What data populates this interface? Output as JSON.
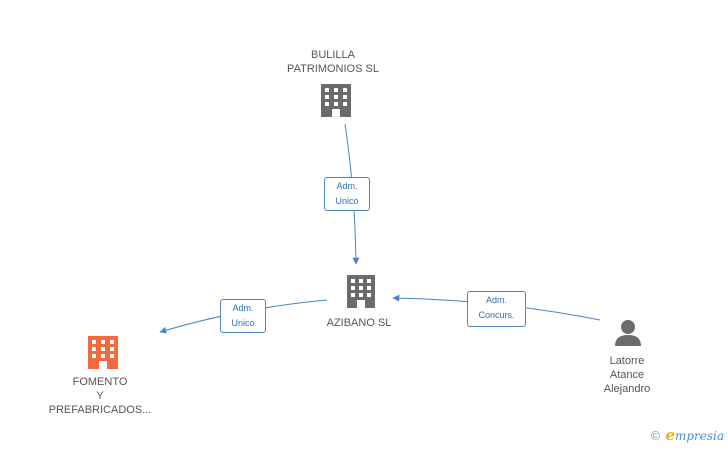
{
  "nodes": {
    "bulilla": {
      "label_lines": [
        "BULILLA",
        "PATRIMONIOS SL"
      ],
      "icon": "building-icon",
      "color": "#6b6b6b"
    },
    "azibano": {
      "label_lines": [
        "AZIBANO SL"
      ],
      "icon": "building-icon",
      "color": "#6b6b6b"
    },
    "fomento": {
      "label_lines": [
        "FOMENTO",
        "Y",
        "PREFABRICADOS..."
      ],
      "icon": "building-icon",
      "color": "#f26a3d"
    },
    "latorre": {
      "label_lines": [
        "Latorre",
        "Atance",
        "Alejandro"
      ],
      "icon": "person-icon",
      "color": "#6b6b6b"
    }
  },
  "edges": {
    "bulilla_azibano": {
      "lines": [
        "Adm.",
        "Unico"
      ]
    },
    "azibano_fomento": {
      "lines": [
        "Adm.",
        "Unico"
      ]
    },
    "latorre_azibano": {
      "lines": [
        "Adm.",
        "Concurs."
      ]
    }
  },
  "colors": {
    "edge": "#4a86c5"
  },
  "brand": {
    "copyright": "©",
    "initial": "e",
    "rest": "mpresia"
  }
}
